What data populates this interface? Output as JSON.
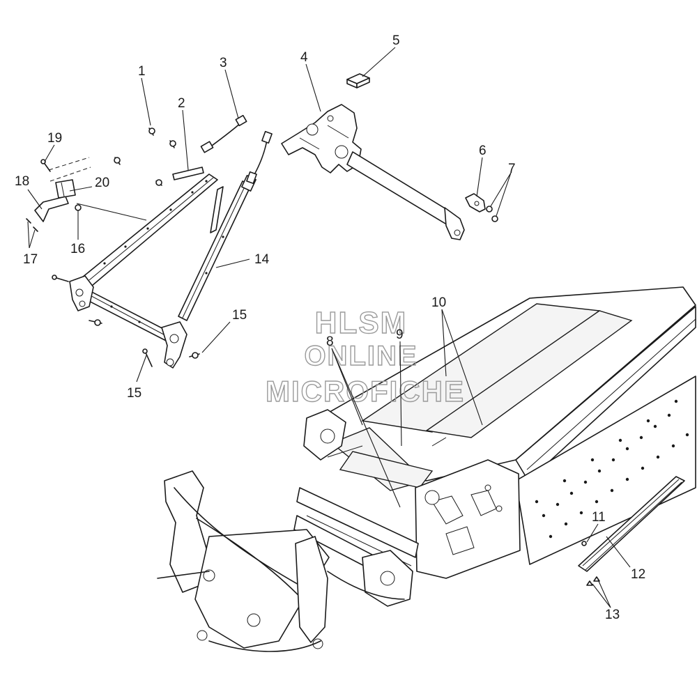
{
  "watermark": {
    "line1": "HLSM",
    "line2": "ONLINE",
    "line3": "MICROFICHE"
  },
  "callouts": [
    "1",
    "2",
    "3",
    "4",
    "5",
    "6",
    "7",
    "8",
    "9",
    "10",
    "11",
    "12",
    "13",
    "14",
    "15",
    "15",
    "16",
    "17",
    "18",
    "19",
    "20"
  ],
  "colors": {
    "ink": "#1a1a1a",
    "watermark": "#9a9a9a",
    "background": "#ffffff"
  }
}
